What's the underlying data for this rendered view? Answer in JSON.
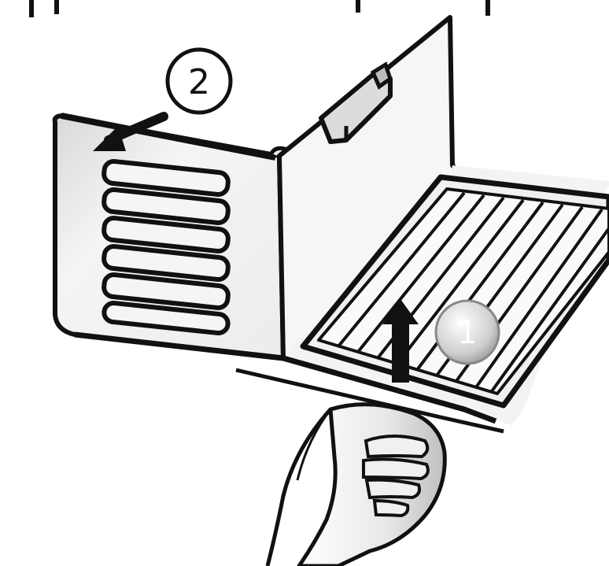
{
  "diagram": {
    "steps": [
      {
        "number": "2",
        "meaning": "push-back-sideways"
      },
      {
        "number": "1",
        "meaning": "lift-up"
      }
    ],
    "colors": {
      "ink": "#111111",
      "panel_fill": "#f2f2f2",
      "shade": "#d6d6d6",
      "background": "#ffffff"
    },
    "icons": [
      "arrow-left-icon",
      "arrow-up-icon",
      "hand-icon",
      "vent-grille-icon",
      "drip-tray-icon",
      "latch-icon"
    ]
  }
}
